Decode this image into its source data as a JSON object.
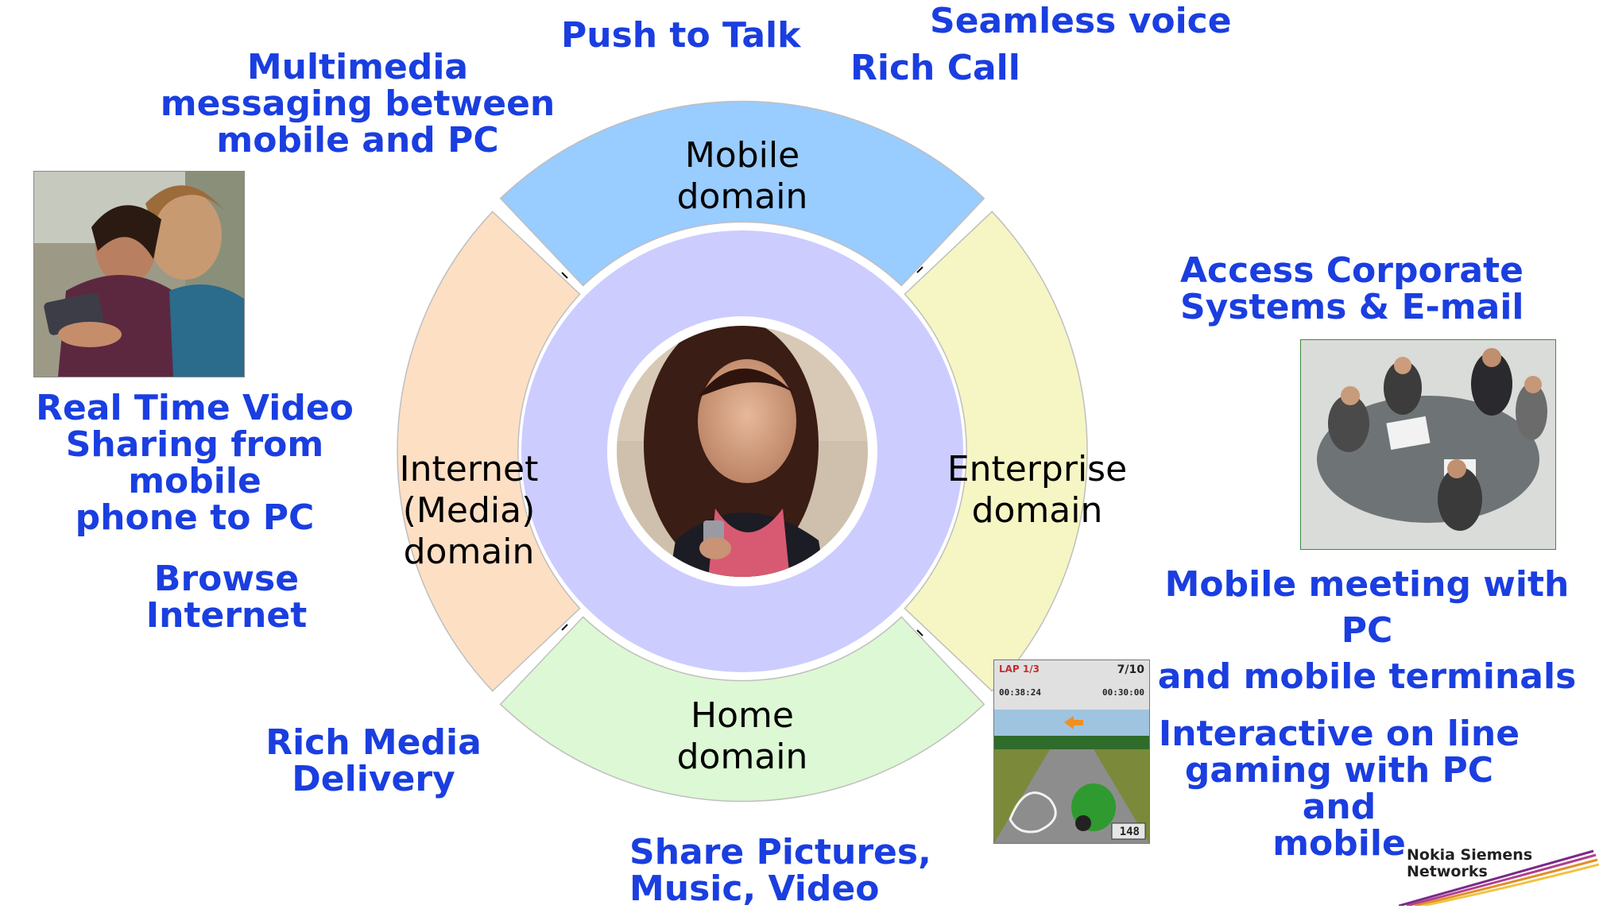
{
  "diagram": {
    "domains": {
      "mobile": "Mobile\ndomain",
      "internet": "Internet\n(Media)\ndomain",
      "enterprise": "Enterprise\ndomain",
      "home": "Home\ndomain"
    },
    "services": {
      "push_to_talk": "Push to Talk",
      "seamless_voice": "Seamless voice",
      "rich_call": "Rich Call",
      "multimedia_messaging": "Multimedia\nmessaging between\nmobile and PC",
      "real_time_video": "Real Time Video\nSharing from mobile\nphone to PC",
      "browse_internet": "Browse\nInternet",
      "rich_media": "Rich Media\nDelivery",
      "share_pictures": "Share Pictures,\nMusic, Video",
      "access_corporate": "Access Corporate\nSystems & E-mail",
      "mobile_meeting": "Mobile meeting with PC\nand mobile terminals",
      "interactive_gaming": "Interactive on line\ngaming with PC and\nmobile"
    },
    "game_hud": {
      "lap": "LAP 1/3",
      "position": "7/10",
      "lap_time": "00:38:24",
      "total_time": "00:30:00",
      "speed": "148"
    },
    "colors": {
      "text_blue": "#1a3ee0",
      "mobile_segment": "#99ccff",
      "internet_segment": "#fddfc4",
      "enterprise_segment": "#f6f6c4",
      "home_segment": "#ddf8d4",
      "inner_ring": "#ccccff"
    }
  },
  "logo": {
    "text": "Nokia Siemens\nNetworks"
  }
}
